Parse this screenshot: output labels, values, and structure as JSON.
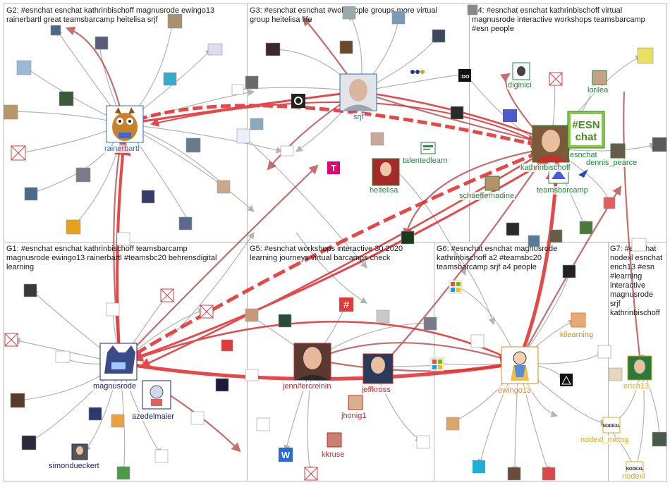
{
  "groups": [
    {
      "id": "G1",
      "title": "G1: #esnchat esnchat kathrinbischoff teamsbarcamp\nmagnusrode ewingo13 rainerbartl #teamsbc20 behrensdigital\nlearning"
    },
    {
      "id": "G2",
      "title": "G2: #esnchat esnchat kathrinbischoff magnusrode ewingo13\nrainerbartl great teamsbarcamp heitelisa srjf"
    },
    {
      "id": "G3",
      "title": "G3: #esnchat esnchat #wol people groups more virtual\ngroup heitelisa life"
    },
    {
      "id": "G4",
      "title": "G4: #esnchat esnchat kathrinbischoff virtual\nmagnusrode interactive workshops teamsbarcamp\n#esn people"
    },
    {
      "id": "G5",
      "title": "G5: #esnchat workshops interactive 30 2020\nlearning journeys virtual barcamps check"
    },
    {
      "id": "G6",
      "title": "G6: #esnchat esnchat magnusrode\nkathrinbischoff a2 #teamsbc20\nteamsbarcamp srjf a4 people"
    },
    {
      "id": "G7",
      "title": "G7: #esnchat\nnodexl esnchat\nerich13 #esn\n#learning\ninteractive\nmagnusrode\nsrjf\nkathrinbischoff"
    }
  ],
  "nodes": [
    {
      "label": "rainerbartl",
      "color": "#2a6fc9"
    },
    {
      "label": "srjf",
      "color": "#2a6fc9"
    },
    {
      "label": "talentedlearn",
      "color": "#1e8a3a"
    },
    {
      "label": "heitelisa",
      "color": "#1e8a3a"
    },
    {
      "label": "diginici",
      "color": "#1e8a3a"
    },
    {
      "label": "lorilea",
      "color": "#1e8a3a"
    },
    {
      "label": "esnchat",
      "color": "#1e8a3a"
    },
    {
      "label": "kathrinbischoff",
      "color": "#1e8a3a"
    },
    {
      "label": "dennis_pearce",
      "color": "#1e8a3a"
    },
    {
      "label": "schaeffernadine",
      "color": "#1e8a3a"
    },
    {
      "label": "teamsbarcamp",
      "color": "#1e8a3a"
    },
    {
      "label": "magnusrode",
      "color": "#1a237e"
    },
    {
      "label": "azedelmaier",
      "color": "#1a237e"
    },
    {
      "label": "simondueckert",
      "color": "#1a237e"
    },
    {
      "label": "jennifercreinin",
      "color": "#c62828"
    },
    {
      "label": "jeffkross",
      "color": "#c62828"
    },
    {
      "label": "jhonig1",
      "color": "#c62828"
    },
    {
      "label": "kkruse",
      "color": "#c62828"
    },
    {
      "label": "ewingo13",
      "color": "#e08a1e"
    },
    {
      "label": "kilearning",
      "color": "#e08a1e"
    },
    {
      "label": "erich13",
      "color": "#e0a81e"
    },
    {
      "label": "nodexl_mktng",
      "color": "#e0a81e"
    },
    {
      "label": "nodexl",
      "color": "#e0a81e"
    }
  ],
  "icons": {
    "esnchat_logo": "#ESN\nchat",
    "hash_tile": "#",
    "t_tile": "T",
    "w_tile": "W",
    "lego_tile": "∞",
    "do_tile": ":DO"
  },
  "colors": {
    "edge_gray": "#9a9a9a",
    "edge_red": "#e5282a",
    "edge_darkred": "#b03030",
    "panel_border": "#b8b8b8"
  }
}
